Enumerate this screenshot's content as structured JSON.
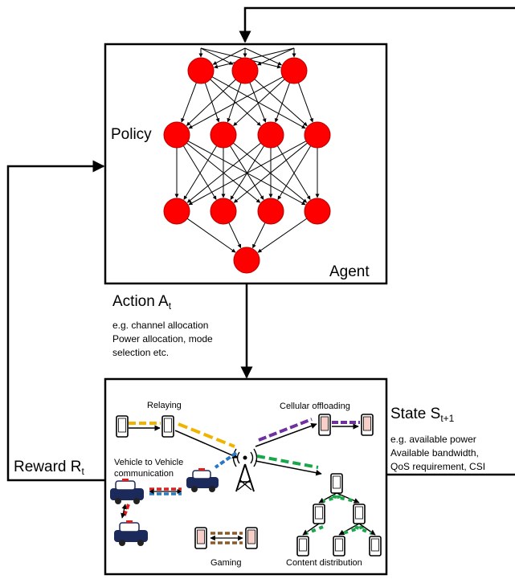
{
  "agent": {
    "policy_label": "Policy",
    "agent_label": "Agent"
  },
  "action": {
    "label": "Action A",
    "subscript": "t",
    "examples": [
      "e.g. channel allocation",
      "Power allocation, mode",
      "selection etc."
    ]
  },
  "state": {
    "label": "State S",
    "subscript": "t+1",
    "examples": [
      "e.g. available power",
      "Available bandwidth,",
      "QoS requirement, CSI"
    ]
  },
  "reward": {
    "label": "Reward R",
    "subscript": "t"
  },
  "environment": {
    "relaying": "Relaying",
    "cellular_offloading": "Cellular offloading",
    "v2v_line1": "Vehicle to Vehicle",
    "v2v_line2": "communication",
    "gaming": "Gaming",
    "content_distribution": "Content distribution"
  },
  "colors": {
    "neuron": "#ff0000",
    "link_yellow": "#f0b400",
    "link_purple": "#7030a0",
    "link_green": "#1aa64a",
    "link_blue": "#2878c8",
    "link_red": "#e31b1b",
    "link_brown": "#8b5a2b"
  }
}
